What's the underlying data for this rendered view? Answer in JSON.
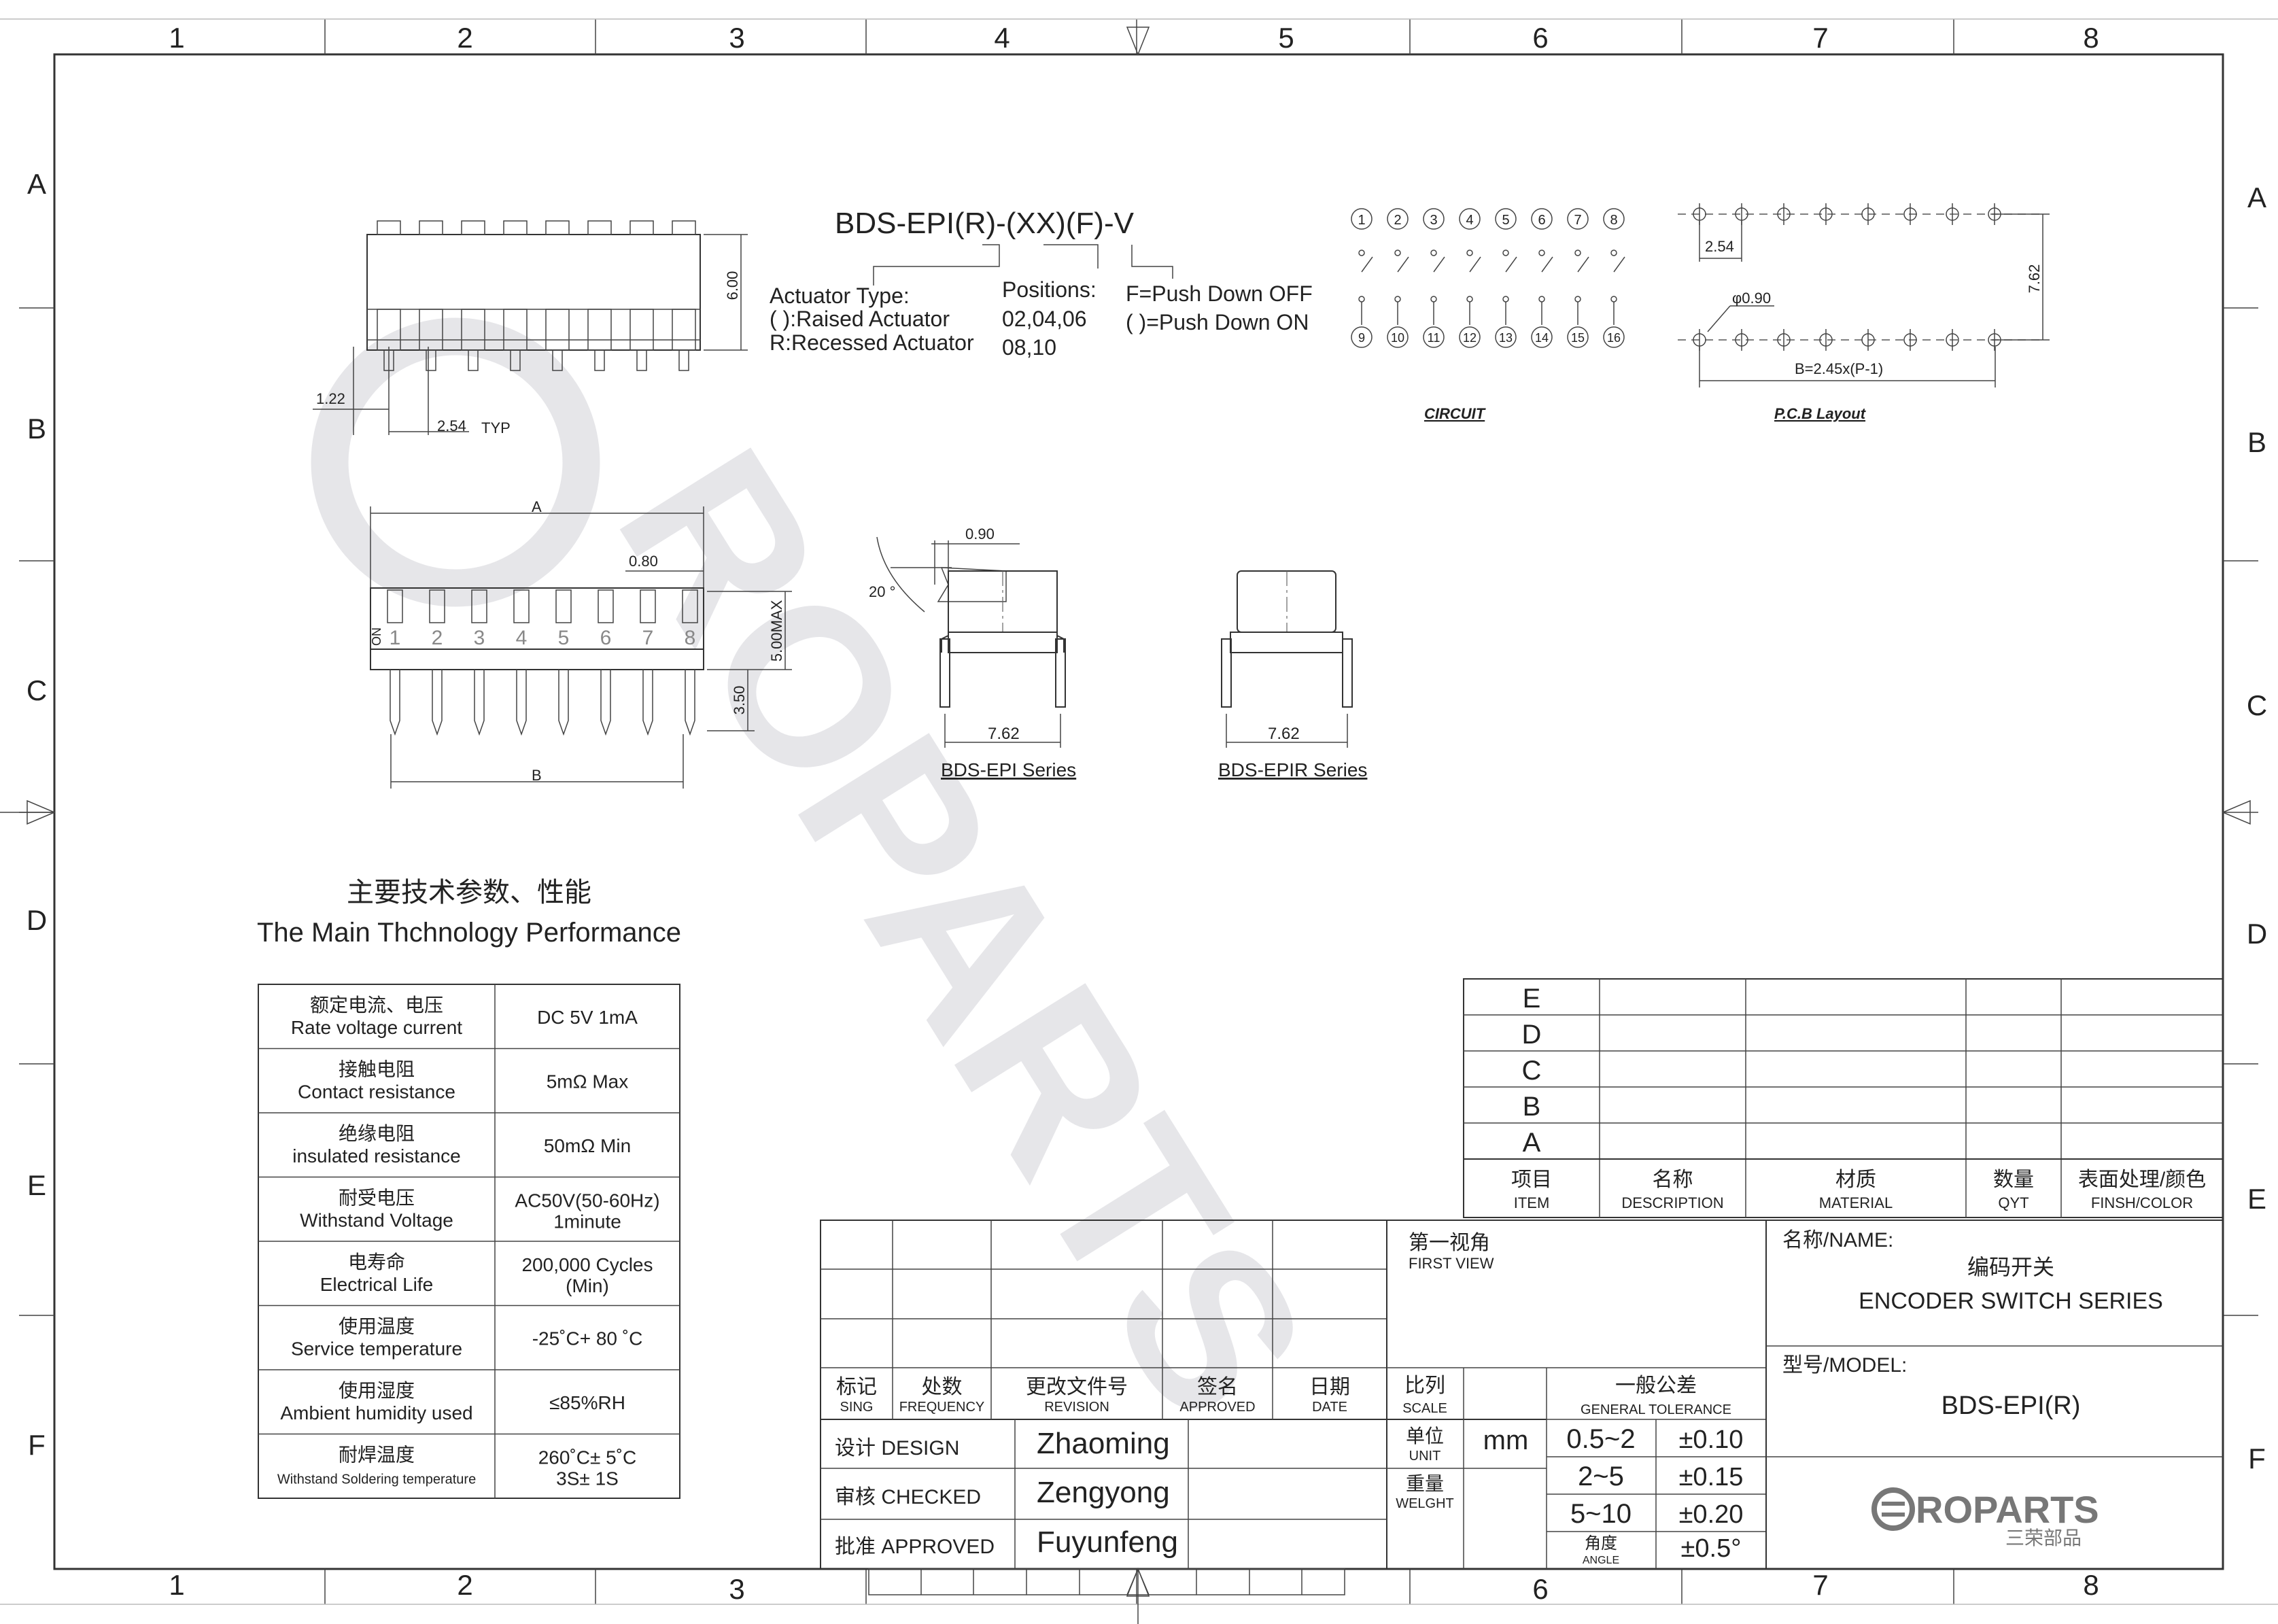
{
  "grid": {
    "cols": [
      "1",
      "2",
      "3",
      "4",
      "5",
      "6",
      "7",
      "8"
    ],
    "rows": [
      "A",
      "B",
      "C",
      "D",
      "E",
      "F"
    ]
  },
  "part_code": {
    "model": "BDS-EPI(R)-(XX)(F)-V",
    "actuator_title": "Actuator Type:",
    "actuator_raised": "( ):Raised Actuator",
    "actuator_recessed": "R:Recessed Actuator",
    "positions_title": "Positions:",
    "positions_line1": "02,04,06",
    "positions_line2": "08,10",
    "f_off": "F=Push Down OFF",
    "f_on": "( )=Push Down ON"
  },
  "side_view": {
    "dim_height": "6.00",
    "dim_left": "1.22",
    "dim_pitch": "2.54",
    "dim_pitch_suffix": "TYP"
  },
  "top_view": {
    "dim_a": "A",
    "dim_pad": "0.80",
    "dim_max": "5.00MAX",
    "dim_pin": "3.50",
    "dim_b": "B",
    "switch_numbers": [
      "1",
      "2",
      "3",
      "4",
      "5",
      "6",
      "7",
      "8"
    ],
    "on_mark": "ON"
  },
  "circuit": {
    "top_pins": [
      "1",
      "2",
      "3",
      "4",
      "5",
      "6",
      "7",
      "8"
    ],
    "bottom_pins": [
      "9",
      "10",
      "11",
      "12",
      "13",
      "14",
      "15",
      "16"
    ],
    "label": "CIRCUIT"
  },
  "pcb": {
    "dim_pitch": "2.54",
    "dim_hole": "φ0.90",
    "dim_row": "7.62",
    "dim_b": "B=2.45x(P-1)",
    "label": "P.C.B Layout"
  },
  "series_views": {
    "epi": {
      "dim_top": "0.90",
      "angle": "20 °",
      "dim_width": "7.62",
      "label": "BDS-EPI Series"
    },
    "epir": {
      "dim_width": "7.62",
      "label": "BDS-EPIR Series"
    }
  },
  "performance": {
    "title_cn": "主要技术参数、性能",
    "title_en": "The Main Thchnology Performance",
    "rows": [
      {
        "cn": "额定电流、电压",
        "en": "Rate voltage current",
        "value1": "DC 5V 1mA",
        "value2": ""
      },
      {
        "cn": "接触电阻",
        "en": "Contact resistance",
        "value1": "5mΩ   Max",
        "value2": ""
      },
      {
        "cn": "绝缘电阻",
        "en": "insulated resistance",
        "value1": "50mΩ Min",
        "value2": ""
      },
      {
        "cn": "耐受电压",
        "en": "Withstand Voltage",
        "value1": "AC50V(50-60Hz)",
        "value2": "1minute"
      },
      {
        "cn": "电寿命",
        "en": "Electrical Life",
        "value1": "200,000 Cycles",
        "value2": "(Min)"
      },
      {
        "cn": "使用温度",
        "en": "Service temperature",
        "value1": "-25˚C+ 80 ˚C",
        "value2": ""
      },
      {
        "cn": "使用湿度",
        "en": "Ambient humidity used",
        "value1": "≤85%RH",
        "value2": ""
      },
      {
        "cn": "耐焊温度",
        "en": "Withstand Soldering temperature",
        "value1": "260˚C± 5˚C",
        "value2": "3S± 1S"
      }
    ]
  },
  "bom": {
    "rows": [
      "E",
      "D",
      "C",
      "B",
      "A"
    ],
    "headers": [
      {
        "cn": "项目",
        "en": "ITEM"
      },
      {
        "cn": "名称",
        "en": "DESCRIPTION"
      },
      {
        "cn": "材质",
        "en": "MATERIAL"
      },
      {
        "cn": "数量",
        "en": "QYT"
      },
      {
        "cn": "表面处理/颜色",
        "en": "FINSH/COLOR"
      }
    ]
  },
  "revision": {
    "headers": [
      {
        "cn": "标记",
        "en": "SING"
      },
      {
        "cn": "处数",
        "en": "FREQUENCY"
      },
      {
        "cn": "更改文件号",
        "en": "REVISION"
      },
      {
        "cn": "签名",
        "en": "APPROVED"
      },
      {
        "cn": "日期",
        "en": "DATE"
      }
    ]
  },
  "signoff": [
    {
      "role": "设计 DESIGN",
      "name": "Zhaoming"
    },
    {
      "role": "审核 CHECKED",
      "name": "Zengyong"
    },
    {
      "role": "批准 APPROVED",
      "name": "Fuyunfeng"
    }
  ],
  "view": {
    "cn": "第一视角",
    "en": "FIRST VIEW"
  },
  "scale": {
    "cn": "比列",
    "en": "SCALE"
  },
  "unit": {
    "cn": "单位",
    "en": "UNIT",
    "value": "mm"
  },
  "weight": {
    "cn": "重量",
    "en": "WELGHT"
  },
  "tolerance": {
    "cn": "一般公差",
    "en": "GENERAL TOLERANCE",
    "rows": [
      {
        "range": "0.5~2",
        "value": "±0.10"
      },
      {
        "range": "2~5",
        "value": "±0.15"
      },
      {
        "range": "5~10",
        "value": "±0.20"
      }
    ],
    "angle_cn": "角度",
    "angle_en": "ANGLE",
    "angle_value": "±0.5°"
  },
  "name_block": {
    "label": "名称/NAME:",
    "cn": "编码开关",
    "en": "ENCODER SWITCH SERIES"
  },
  "model_block": {
    "label": "型号/MODEL:",
    "value": "BDS-EPI(R)"
  },
  "logo": {
    "brand": "ROPARTS",
    "cn": "三荣部品"
  },
  "watermark": {
    "text": "ROPARTS"
  }
}
